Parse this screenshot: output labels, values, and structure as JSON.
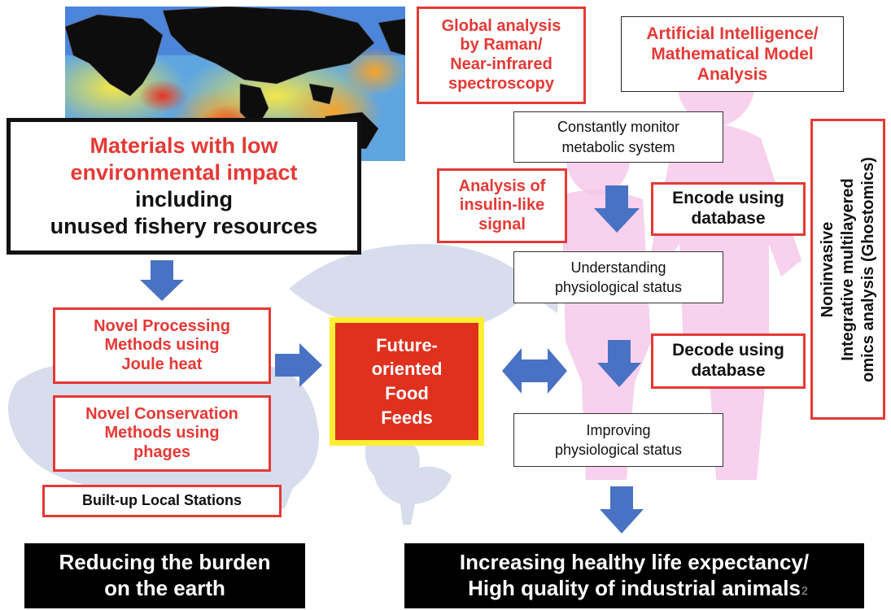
{
  "materials_box": {
    "line1": "Materials with low",
    "line2": "environmental impact",
    "line3": "including",
    "line4": "unused fishery resources"
  },
  "raman_box": {
    "line1": "Global analysis",
    "line2": "by Raman/",
    "line3": "Near-infrared",
    "line4": "spectroscopy"
  },
  "ai_box": {
    "line1": "Artificial Intelligence/",
    "line2": "Mathematical Model",
    "line3": "Analysis"
  },
  "monitor_box": {
    "line1": "Constantly monitor",
    "line2": "metabolic system"
  },
  "insulin_box": {
    "line1": "Analysis of",
    "line2": "insulin-like",
    "line3": "signal"
  },
  "encode_box": {
    "line1": "Encode using",
    "line2": "database"
  },
  "understanding_box": {
    "line1": "Understanding",
    "line2": "physiological status"
  },
  "decode_box": {
    "line1": "Decode using",
    "line2": "database"
  },
  "improving_box": {
    "line1": "Improving",
    "line2": "physiological status"
  },
  "omics_box": {
    "line1": "Noninvasive",
    "line2": "Integrative multilayered",
    "line3": "omics analysis (Ghostomics)"
  },
  "processing_box": {
    "line1": "Novel Processing",
    "line2": "Methods using",
    "line3": "Joule heat"
  },
  "conservation_box": {
    "line1": "Novel Conservation",
    "line2": "Methods using",
    "line3": "phages"
  },
  "stations_box": {
    "label": "Built-up Local Stations"
  },
  "future_box": {
    "line1": "Future-",
    "line2": "oriented",
    "line3": "Food",
    "line4": "Feeds"
  },
  "burden_box": {
    "line1": "Reducing the burden",
    "line2": "on the earth"
  },
  "health_box": {
    "line1": "Increasing healthy life expectancy/",
    "line2": "High quality of industrial animals"
  },
  "page_number": "2",
  "colors": {
    "accent_red": "#e53935",
    "arrow_blue": "#4a72c4",
    "future_fill": "#e0301e",
    "future_border": "#ffee33"
  }
}
